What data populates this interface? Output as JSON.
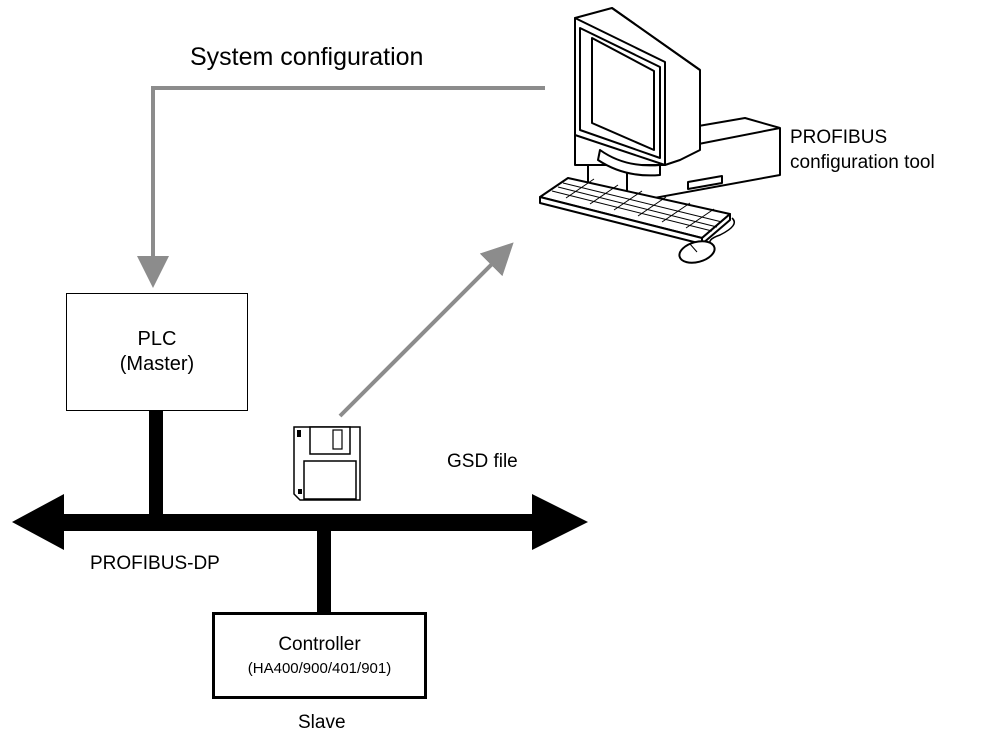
{
  "labels": {
    "system_configuration": "System configuration",
    "tool_line1": "PROFIBUS",
    "tool_line2": "configuration tool",
    "plc_line1": "PLC",
    "plc_line2": "(Master)",
    "gsd_file": "GSD file",
    "bus": "PROFIBUS-DP",
    "controller_line1": "Controller",
    "controller_line2": "(HA400/900/401/901)",
    "slave": "Slave"
  },
  "colors": {
    "arrow": "#8c8c8c",
    "bus": "#000000",
    "background": "#ffffff"
  },
  "icons": {
    "computer": "desktop-computer-icon",
    "disk": "floppy-disk-icon"
  }
}
